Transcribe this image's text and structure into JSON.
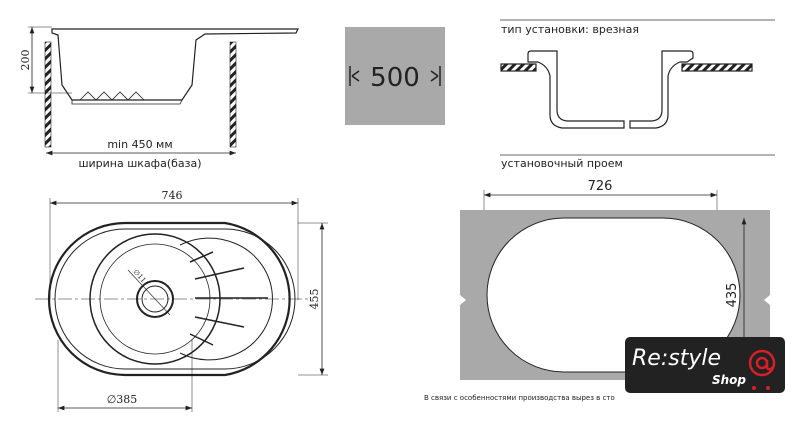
{
  "side_view": {
    "depth_label": "200",
    "min_width_label": "min 450 мм",
    "cabinet_label": "ширина шкафа(база)"
  },
  "cabinet_badge": {
    "value": "500"
  },
  "install": {
    "type_label": "тип установки: врезная",
    "cutout_label": "установочный проем",
    "cutout_width": "726",
    "cutout_height": "435"
  },
  "plan_view": {
    "width": "746",
    "height": "455",
    "bowl_diameter": "∅385",
    "drain_diameter": "∅11"
  },
  "footnote": "В связи с особенностями производства вырез в сто",
  "logo": {
    "brand": "Re:style",
    "sub": "Shop",
    "accent": "#d4202a",
    "bg": "#222222"
  }
}
